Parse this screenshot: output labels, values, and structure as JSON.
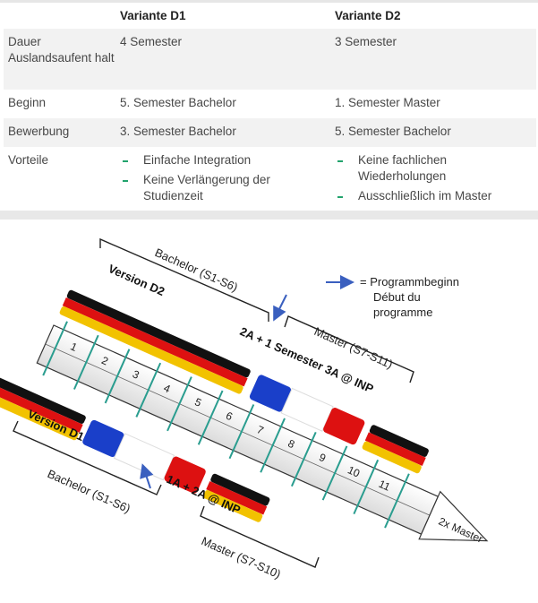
{
  "table": {
    "headers": [
      "",
      "Variante D1",
      "Variante D2"
    ],
    "rows": [
      {
        "label": "Dauer Auslandsaufent halt",
        "d1": "4 Semester",
        "d2": "3 Semester"
      },
      {
        "label": "Beginn",
        "d1": "5. Semester Bachelor",
        "d2": "1. Semester Master"
      },
      {
        "label": "Bewerbung",
        "d1": "3. Semester Bachelor",
        "d2": "5. Semester Bachelor"
      },
      {
        "label": "Vorteile",
        "d1_items": [
          "Einfache Integration",
          "Keine Verlängerung der Studienzeit"
        ],
        "d2_items": [
          "Keine fachlichen Wiederholungen",
          "Ausschließlich im Master"
        ]
      }
    ]
  },
  "figure": {
    "bachelor_top": "Bachelor (S1-S6)",
    "version_d2": "Version D2",
    "legend_line1": "= Programmbeginn",
    "legend_line2": "Début du",
    "legend_line3": "programme",
    "d2_label": "2A + 1 Semester 3A @ INP",
    "master_top": "Master (S7-S11)",
    "version_d1": "Version D1",
    "bachelor_bottom": "Bachelor (S1-S6)",
    "d1_label": "1A + 2A @ INP",
    "master_bottom": "Master (S7-S10)",
    "arrow_label": "2x Master",
    "semesters": [
      "1",
      "2",
      "3",
      "4",
      "5",
      "6",
      "7",
      "8",
      "9",
      "10",
      "11"
    ],
    "colors": {
      "black": "#111111",
      "red": "#dd1111",
      "gold": "#f2c200",
      "blue": "#1a3fc9",
      "teal": "#2a9d8f",
      "arrow": "#3a5fbf"
    }
  }
}
